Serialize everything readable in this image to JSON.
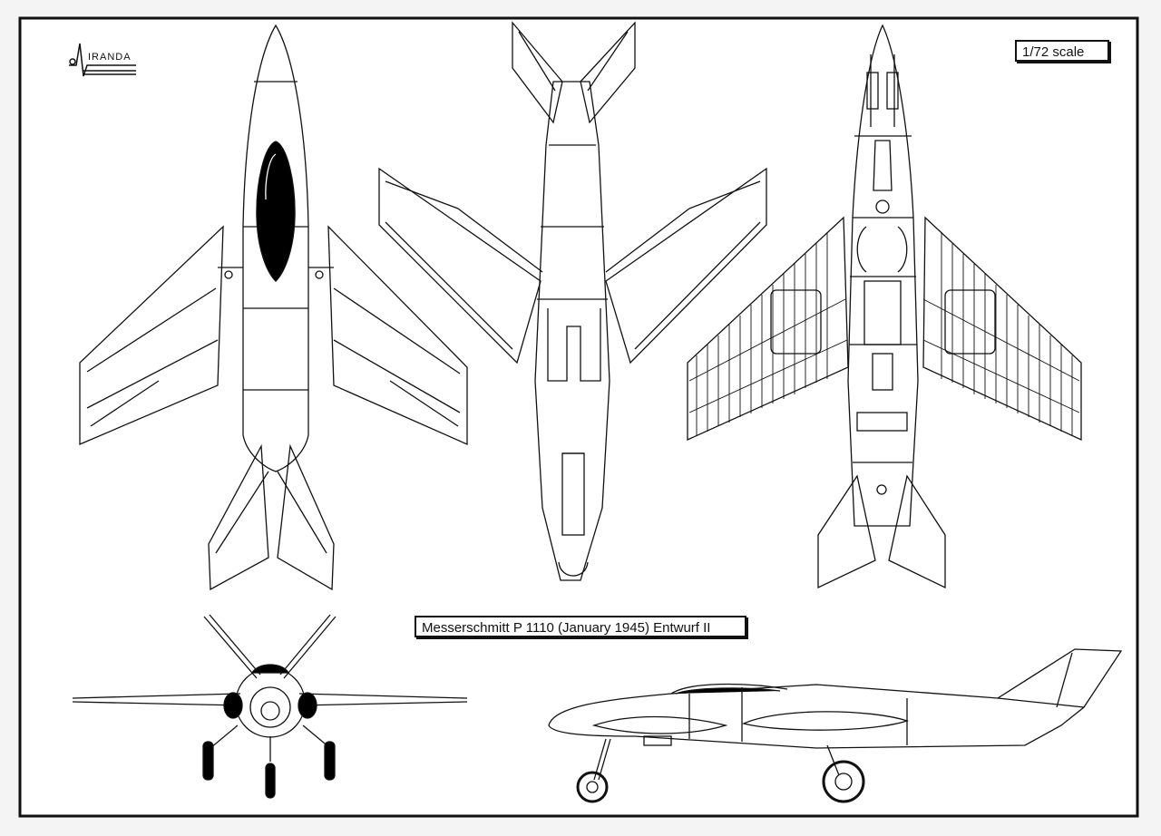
{
  "logo": {
    "text": "IRANDA"
  },
  "scale_label": "1/72 scale",
  "title": "Messerschmitt P 1110 (January 1945) Entwurf II",
  "views": {
    "top_view": "top-view",
    "bottom_view": "bottom-view",
    "internal_view": "internal-structure-view",
    "front_view": "front-view",
    "side_view": "side-view"
  },
  "colors": {
    "line": "#111111",
    "paper": "#ffffff",
    "canopy": "#000000"
  }
}
